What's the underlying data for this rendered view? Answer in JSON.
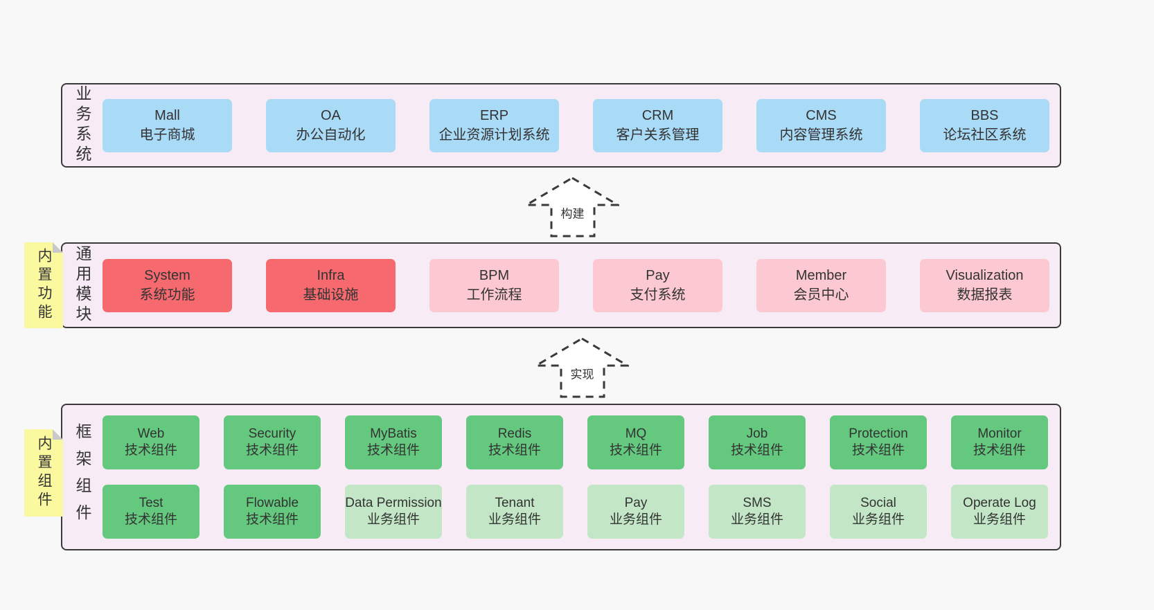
{
  "colors": {
    "page_bg": "#f8f8f8",
    "layer_bg": "#f7ecf5",
    "border": "#3a3a3a",
    "text": "#333333",
    "blue": "#a9daf6",
    "red": "#f5696f",
    "pink": "#fcc9d2",
    "green": "#64c87f",
    "light_green": "#c3e7c6",
    "sticky": "#fbf9a0",
    "fold": "#c9c9c9",
    "arrow_fill": "#ffffff"
  },
  "layers": [
    {
      "id": "business",
      "label": "业务系统",
      "sticky": null,
      "boxes": [
        {
          "name": "Mall",
          "desc": "电子商城",
          "type": "blue"
        },
        {
          "name": "OA",
          "desc": "办公自动化",
          "type": "blue"
        },
        {
          "name": "ERP",
          "desc": "企业资源计划系统",
          "type": "blue"
        },
        {
          "name": "CRM",
          "desc": "客户关系管理",
          "type": "blue"
        },
        {
          "name": "CMS",
          "desc": "内容管理系统",
          "type": "blue"
        },
        {
          "name": "BBS",
          "desc": "论坛社区系统",
          "type": "blue"
        }
      ]
    },
    {
      "id": "modules",
      "label": "通用模块",
      "sticky": "内置功能",
      "boxes": [
        {
          "name": "System",
          "desc": "系统功能",
          "type": "red"
        },
        {
          "name": "Infra",
          "desc": "基础设施",
          "type": "red"
        },
        {
          "name": "BPM",
          "desc": "工作流程",
          "type": "pink"
        },
        {
          "name": "Pay",
          "desc": "支付系统",
          "type": "pink"
        },
        {
          "name": "Member",
          "desc": "会员中心",
          "type": "pink"
        },
        {
          "name": "Visualization",
          "desc": "数据报表",
          "type": "pink"
        }
      ]
    },
    {
      "id": "framework",
      "label": "框架组件",
      "sticky": "内置组件",
      "rows": [
        [
          {
            "name": "Web",
            "desc": "技术组件",
            "type": "green"
          },
          {
            "name": "Security",
            "desc": "技术组件",
            "type": "green"
          },
          {
            "name": "MyBatis",
            "desc": "技术组件",
            "type": "green"
          },
          {
            "name": "Redis",
            "desc": "技术组件",
            "type": "green"
          },
          {
            "name": "MQ",
            "desc": "技术组件",
            "type": "green"
          },
          {
            "name": "Job",
            "desc": "技术组件",
            "type": "green"
          },
          {
            "name": "Protection",
            "desc": "技术组件",
            "type": "green"
          },
          {
            "name": "Monitor",
            "desc": "技术组件",
            "type": "green"
          }
        ],
        [
          {
            "name": "Test",
            "desc": "技术组件",
            "type": "green"
          },
          {
            "name": "Flowable",
            "desc": "技术组件",
            "type": "green"
          },
          {
            "name": "Data Permission",
            "desc": "业务组件",
            "type": "light-green"
          },
          {
            "name": "Tenant",
            "desc": "业务组件",
            "type": "light-green"
          },
          {
            "name": "Pay",
            "desc": "业务组件",
            "type": "light-green"
          },
          {
            "name": "SMS",
            "desc": "业务组件",
            "type": "light-green"
          },
          {
            "name": "Social",
            "desc": "业务组件",
            "type": "light-green"
          },
          {
            "name": "Operate Log",
            "desc": "业务组件",
            "type": "light-green"
          }
        ]
      ]
    }
  ],
  "arrows": [
    {
      "id": "build",
      "label": "构建"
    },
    {
      "id": "implement",
      "label": "实现"
    }
  ]
}
